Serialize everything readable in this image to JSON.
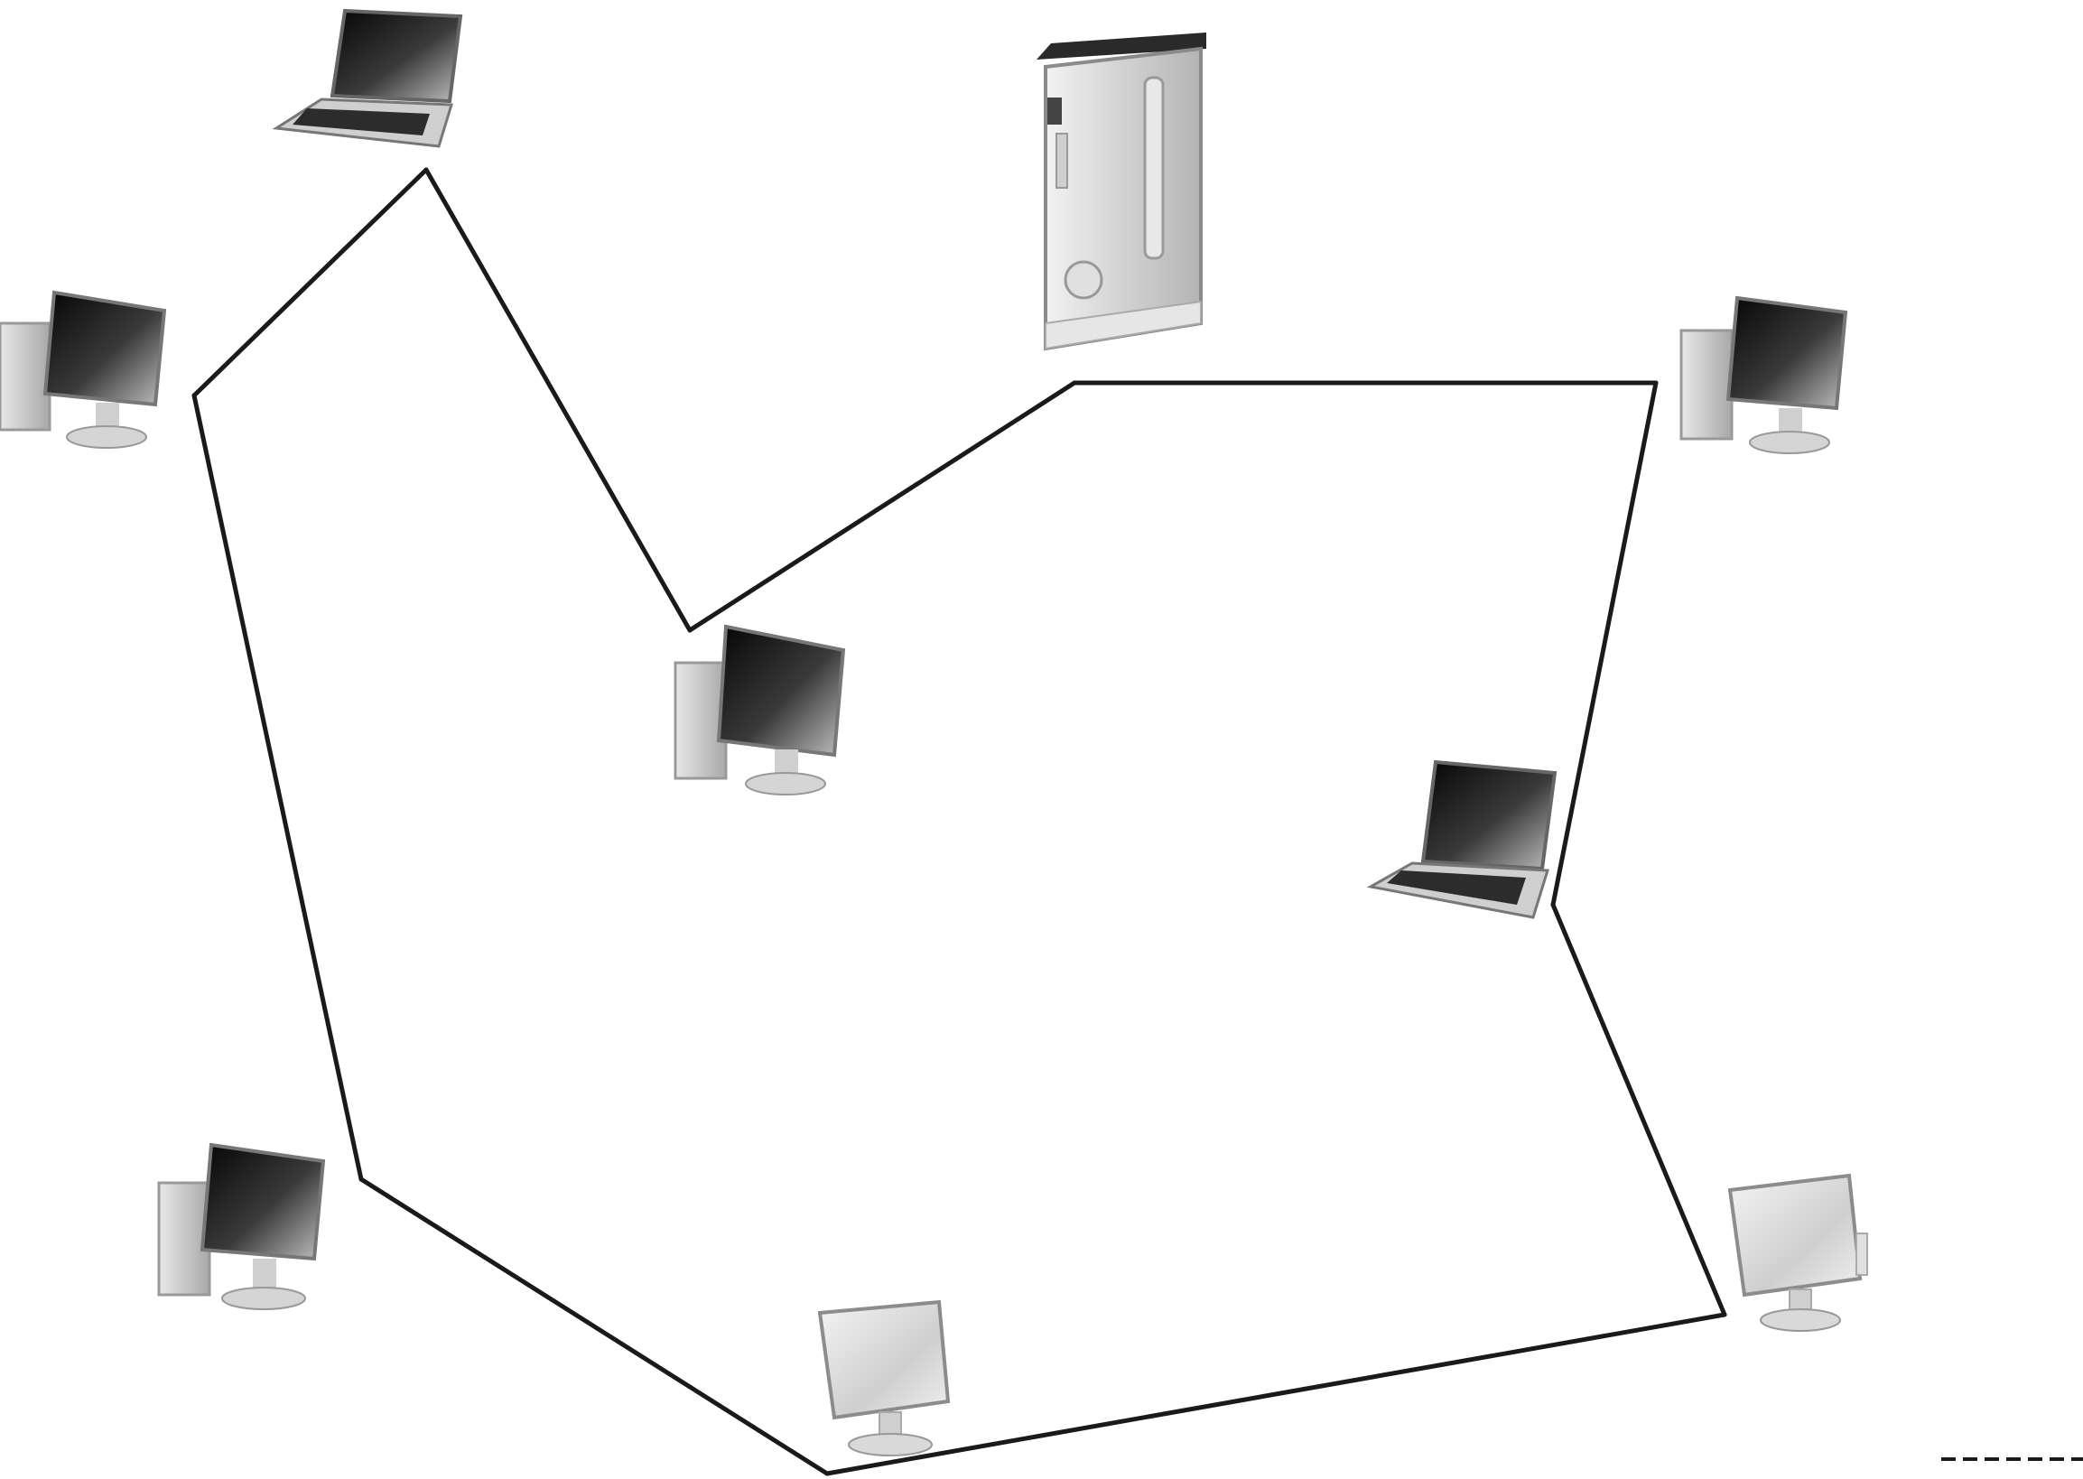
{
  "colors": {
    "background": "#ffffff",
    "link": "#1a1a1a",
    "screen_dark": "#2a2a2a",
    "screen_light": "#d8d8d8",
    "body_light": "#e6e6e6",
    "body_mid": "#bdbdbd",
    "outline": "#8a8a8a"
  },
  "nodes": [
    {
      "id": "laptop-top-left",
      "icon": "laptop-icon",
      "shade": "dark"
    },
    {
      "id": "desktop-left",
      "icon": "desktop-computer-icon",
      "shade": "dark"
    },
    {
      "id": "game-console",
      "icon": "game-console-icon",
      "shade": "light"
    },
    {
      "id": "desktop-right",
      "icon": "desktop-computer-icon",
      "shade": "dark"
    },
    {
      "id": "desktop-center",
      "icon": "desktop-computer-icon",
      "shade": "dark"
    },
    {
      "id": "laptop-right",
      "icon": "laptop-icon",
      "shade": "dark"
    },
    {
      "id": "desktop-bottom-left",
      "icon": "desktop-computer-icon",
      "shade": "dark"
    },
    {
      "id": "monitor-bottom-center",
      "icon": "monitor-icon",
      "shade": "light"
    },
    {
      "id": "monitor-bottom-right",
      "icon": "monitor-icon",
      "shade": "light"
    }
  ],
  "links": [
    {
      "from": "desktop-left",
      "to": "laptop-top-left"
    },
    {
      "from": "laptop-top-left",
      "to": "desktop-center"
    },
    {
      "from": "desktop-center",
      "to": "game-console"
    },
    {
      "from": "game-console",
      "to": "desktop-right"
    },
    {
      "from": "desktop-right",
      "to": "laptop-right"
    },
    {
      "from": "laptop-right",
      "to": "monitor-bottom-right"
    },
    {
      "from": "monitor-bottom-right",
      "to": "monitor-bottom-center"
    },
    {
      "from": "monitor-bottom-center",
      "to": "desktop-bottom-left"
    },
    {
      "from": "desktop-bottom-left",
      "to": "desktop-left"
    }
  ],
  "legend": {
    "style": "dashed-line"
  }
}
